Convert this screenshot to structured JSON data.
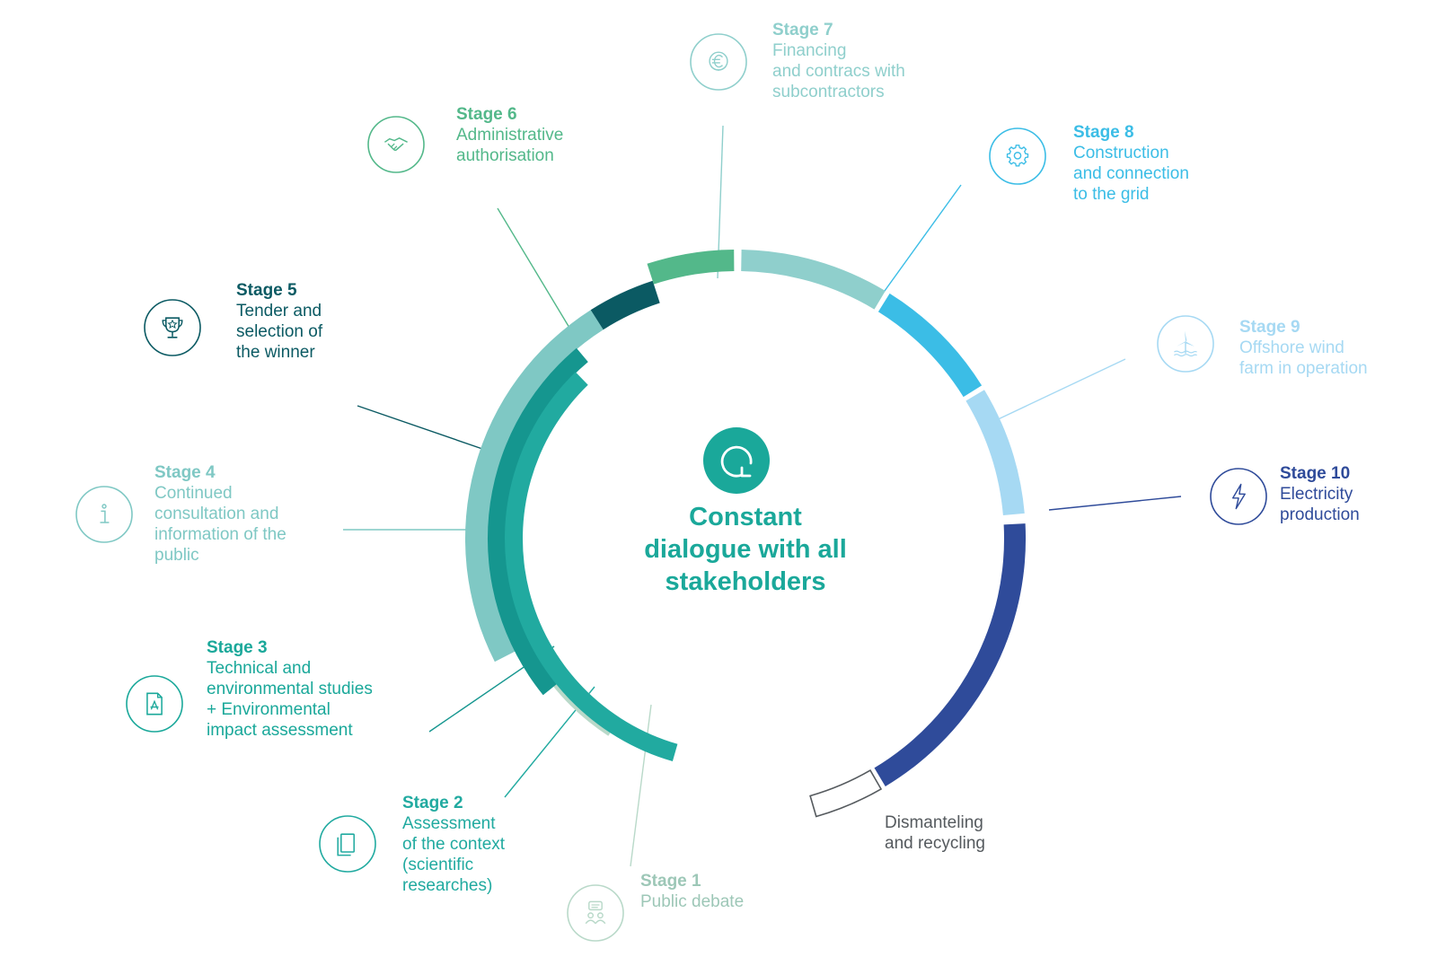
{
  "center": {
    "title": "Constant\ndialogue with all\nstakeholders",
    "icon": "cycle-arrow-icon",
    "color": "#1aa89a"
  },
  "stages": [
    {
      "title": "Stage 1",
      "description": "Public debate",
      "icon": "discussion-icon",
      "color": "#b9d9c9"
    },
    {
      "title": "Stage 2",
      "description": "Assessment\nof the context\n(scientific\nresearches)",
      "icon": "document-icon",
      "color": "#21aaa0"
    },
    {
      "title": "Stage 3",
      "description": "Technical and\nenvironmental studies\n+ Environmental\nimpact assessment",
      "icon": "pdf-file-icon",
      "color": "#15968f"
    },
    {
      "title": "Stage 4",
      "description": "Continued\nconsultation and\ninformation of the\npublic",
      "icon": "info-icon",
      "color": "#7fc8c4"
    },
    {
      "title": "Stage 5",
      "description": "Tender and\nselection of\nthe winner",
      "icon": "trophy-icon",
      "color": "#0b5a63"
    },
    {
      "title": "Stage 6",
      "description": "Administrative\nauthorisation",
      "icon": "handshake-icon",
      "color": "#53b88a"
    },
    {
      "title": "Stage 7",
      "description": "Financing\nand contracs with\nsubcontractors",
      "icon": "euro-coin-icon",
      "color": "#8fcfcc"
    },
    {
      "title": "Stage 8",
      "description": "Construction\nand connection\nto the grid",
      "icon": "gear-icon",
      "color": "#3bbde6"
    },
    {
      "title": "Stage 9",
      "description": "Offshore wind\nfarm in operation",
      "icon": "wind-turbine-icon",
      "color": "#a6d9f3"
    },
    {
      "title": "Stage 10",
      "description": "Electricity\nproduction",
      "icon": "lightning-icon",
      "color": "#2f4b9a"
    }
  ],
  "dismantling": {
    "label": "Dismanteling\nand recycling",
    "color": "#555a5e"
  }
}
